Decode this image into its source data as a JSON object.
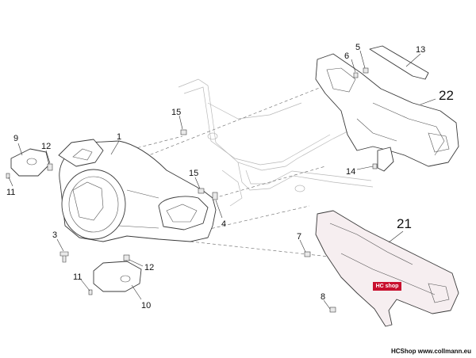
{
  "callouts": {
    "c1": "1",
    "c3": "3",
    "c4": "4",
    "c5": "5",
    "c6": "6",
    "c7": "7",
    "c8": "8",
    "c9": "9",
    "c10": "10",
    "c11a": "11",
    "c11b": "11",
    "c12a": "12",
    "c12b": "12",
    "c13": "13",
    "c14": "14",
    "c15a": "15",
    "c15b": "15",
    "c21": "21",
    "c22": "22"
  },
  "badge": "HC shop",
  "footer": "HCShop www.collmann.eu",
  "colors": {
    "line": "#3a3a3a",
    "phantom": "#b8b8b8",
    "badge": "#c8102e"
  }
}
